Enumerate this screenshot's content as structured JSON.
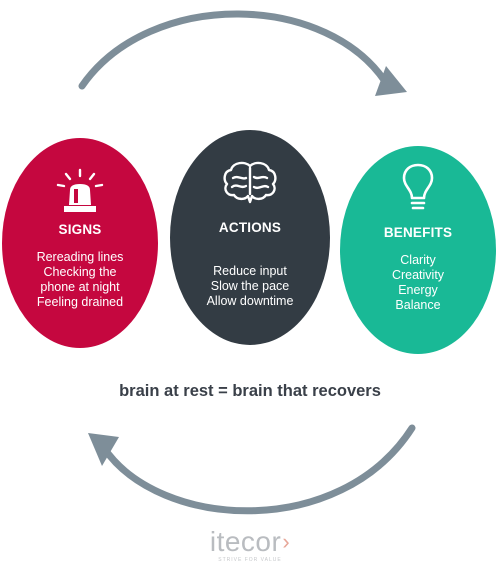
{
  "colors": {
    "signs": "#c5073f",
    "actions": "#333c44",
    "benefits": "#19b996",
    "arrows": "#7e8e99"
  },
  "signs": {
    "icon": "siren-icon",
    "title": "SIGNS",
    "items": [
      "Rereading lines",
      "Checking the",
      "phone at night",
      "Feeling drained"
    ]
  },
  "actions": {
    "icon": "brain-icon",
    "title": "ACTIONS",
    "items": [
      "Reduce input",
      "Slow the pace",
      "Allow downtime"
    ]
  },
  "benefits": {
    "icon": "lightbulb-icon",
    "title": "BENEFITS",
    "items": [
      "Clarity",
      "Creativity",
      "Energy",
      "Balance"
    ]
  },
  "tagline": "brain at rest = brain that recovers",
  "logo": {
    "name": "itecor",
    "chevron": "›",
    "tagline": "STRIVE FOR VALUE"
  }
}
